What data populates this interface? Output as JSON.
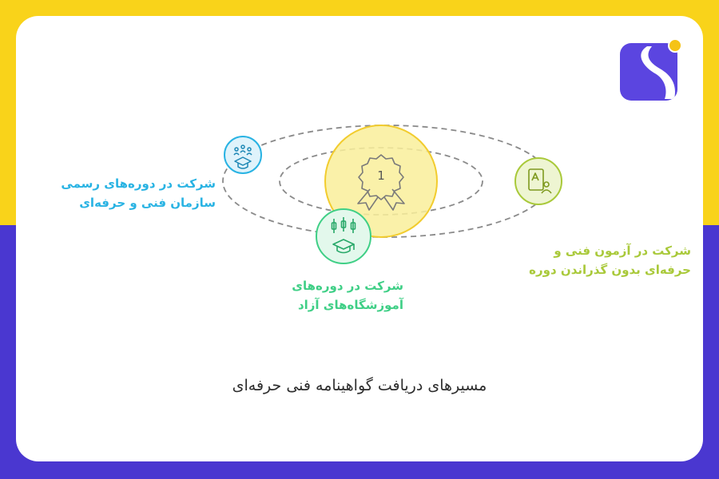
{
  "brand": {
    "logo_icon": "brand-logo",
    "colors": {
      "yellow": "#f9d31a",
      "purple": "#4a37d0"
    }
  },
  "title": "مسیرهای دریافت گواهینامه فنی حرفه‌ای",
  "center": {
    "badge_number": "1",
    "icon": "award-ribbon-icon",
    "color": "#f9ef9a"
  },
  "paths": [
    {
      "id": "official",
      "label": "شرکت در دوره‌های رسمی\nسازمان فنی و حرفه‌ای",
      "icon": "graduation-people-icon",
      "color": "#29b3e3"
    },
    {
      "id": "private",
      "label": "شرکت در دوره‌های\nآموزشگاه‌های آزاد",
      "icon": "graduation-chart-icon",
      "color": "#3fcf86"
    },
    {
      "id": "exam",
      "label": "شرکت در آزمون فنی و\nحرفه‌ای بدون گذراندن دوره",
      "icon": "exam-id-icon",
      "color": "#a9c93a"
    }
  ]
}
